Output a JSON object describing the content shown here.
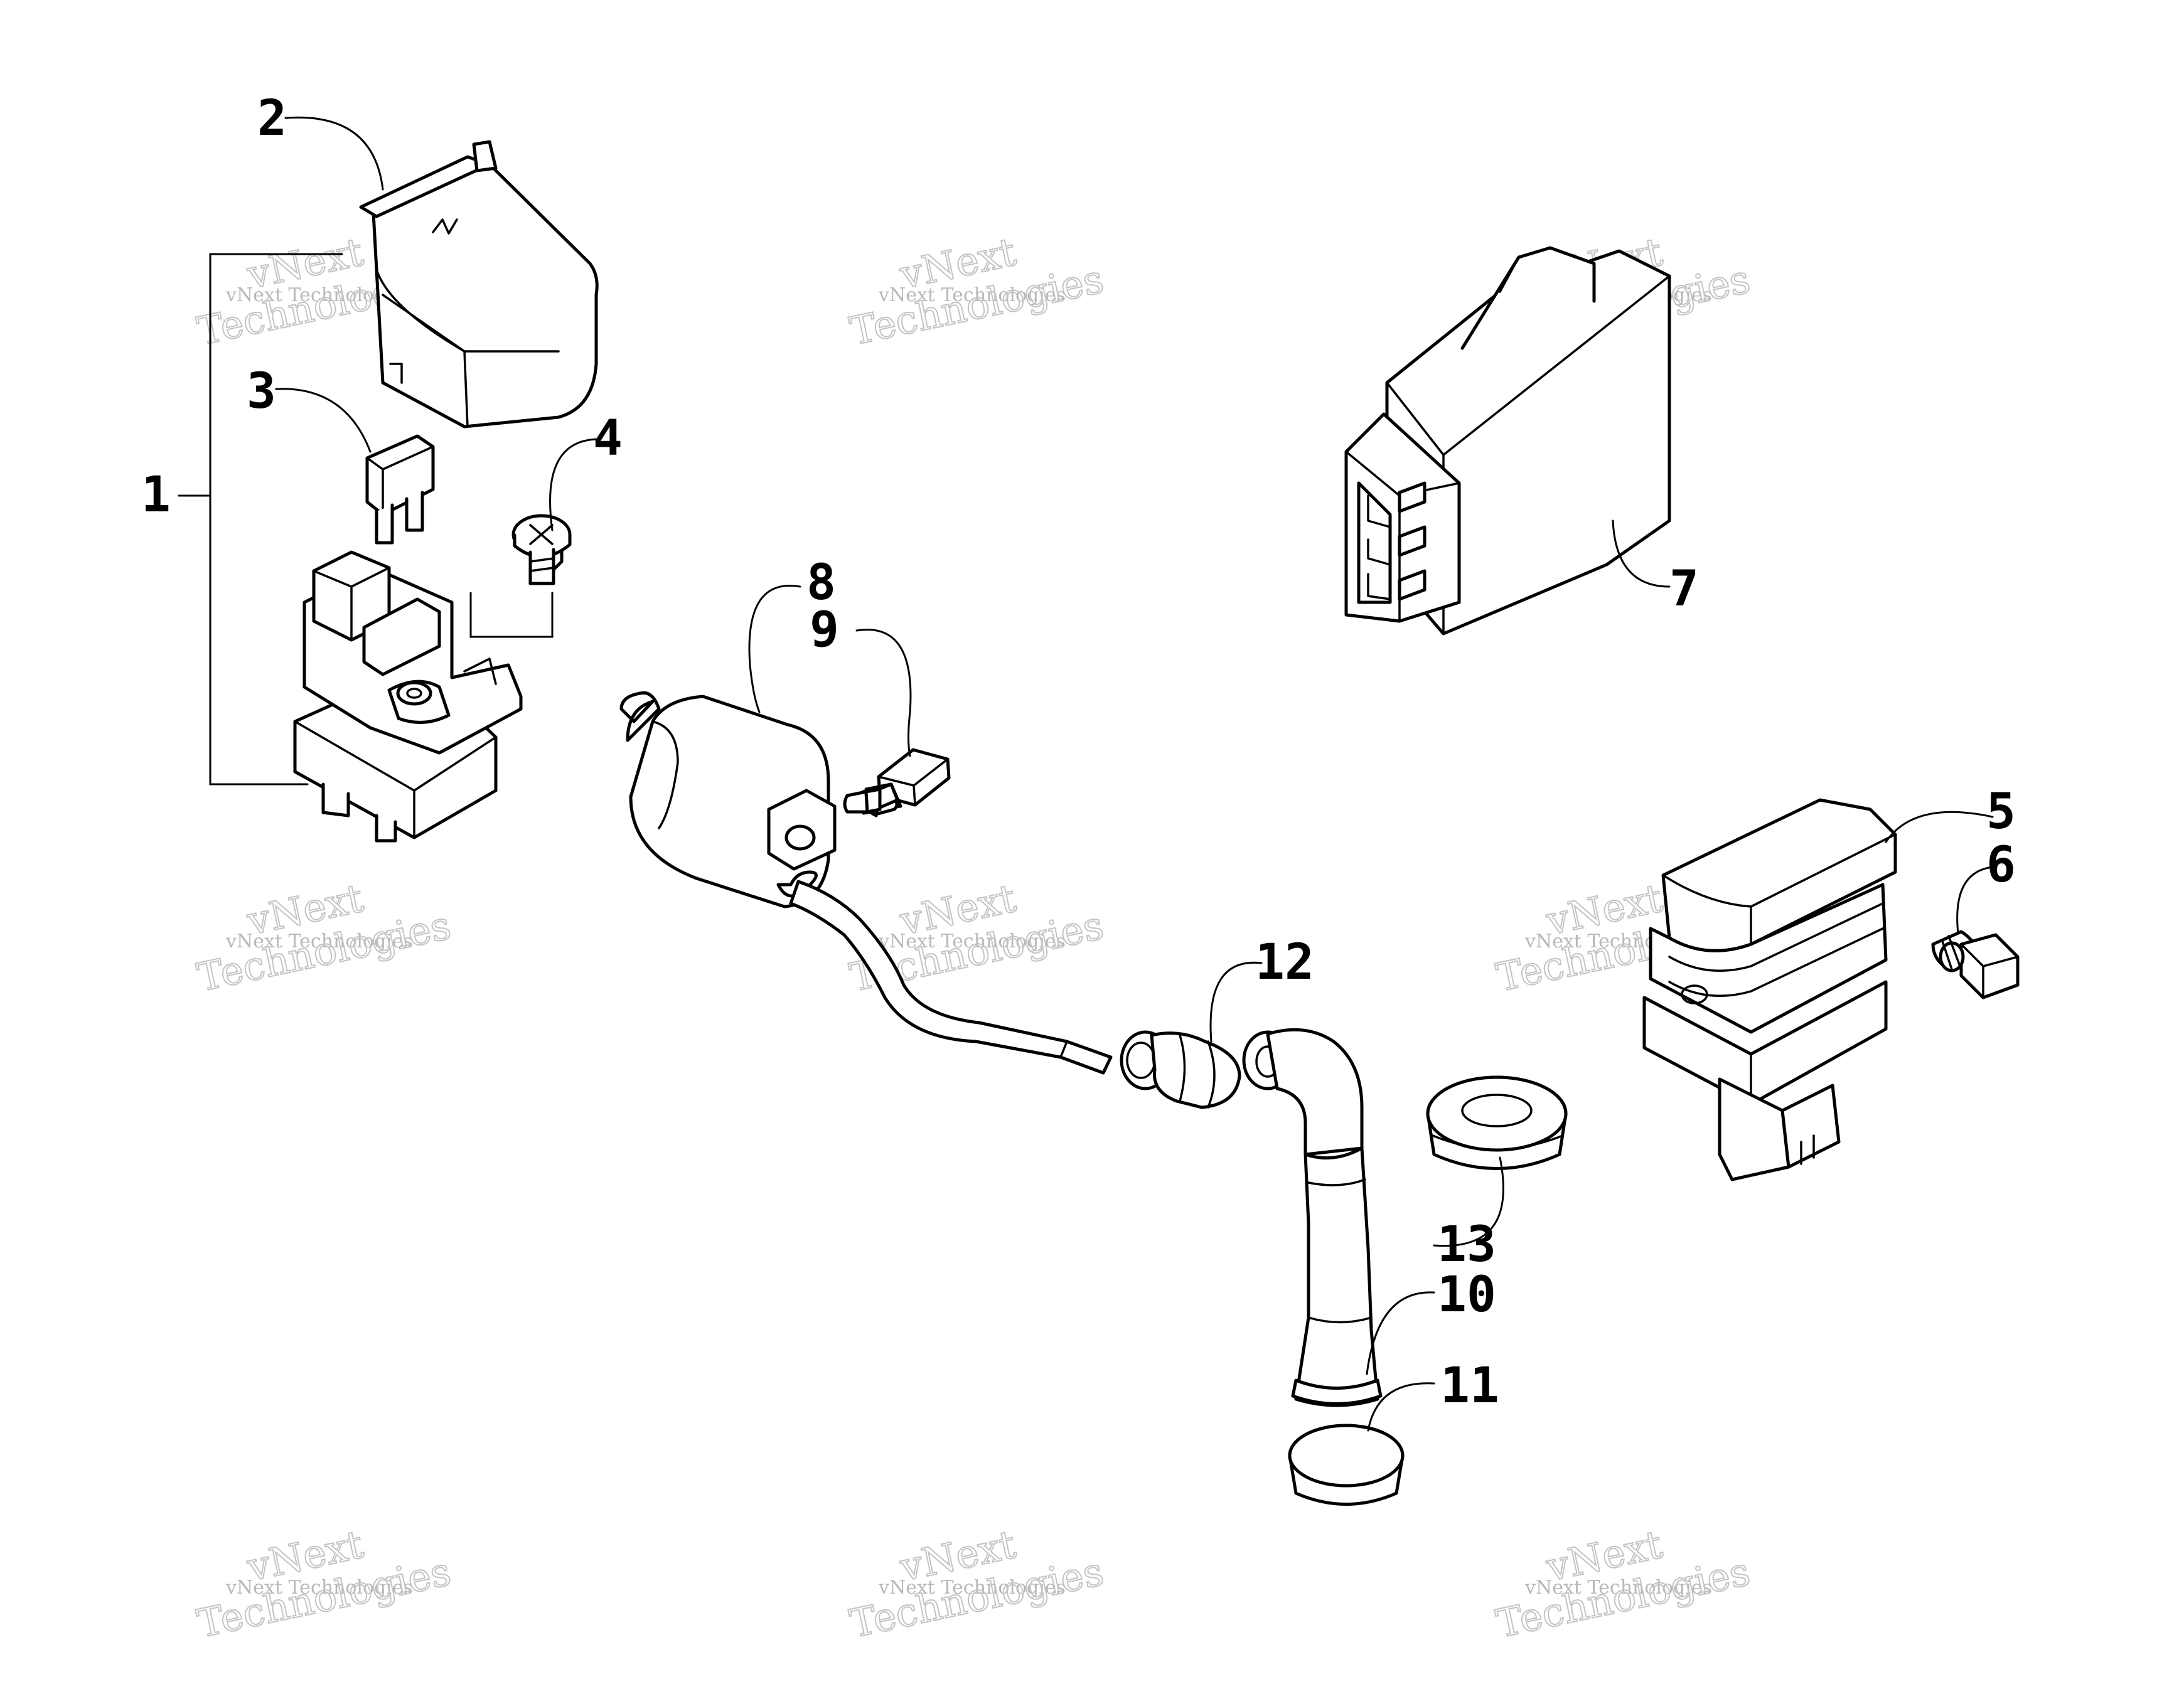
{
  "callouts": [
    {
      "id": "1",
      "label": "1"
    },
    {
      "id": "2",
      "label": "2"
    },
    {
      "id": "3",
      "label": "3"
    },
    {
      "id": "4",
      "label": "4"
    },
    {
      "id": "5",
      "label": "5"
    },
    {
      "id": "6",
      "label": "6"
    },
    {
      "id": "7",
      "label": "7"
    },
    {
      "id": "8",
      "label": "8"
    },
    {
      "id": "9",
      "label": "9"
    },
    {
      "id": "10",
      "label": "10"
    },
    {
      "id": "11",
      "label": "11"
    },
    {
      "id": "12",
      "label": "12"
    },
    {
      "id": "13",
      "label": "13"
    }
  ],
  "watermark": {
    "line1": "vNext Technologies",
    "line2": "vNext",
    "line3": "Technologies"
  }
}
